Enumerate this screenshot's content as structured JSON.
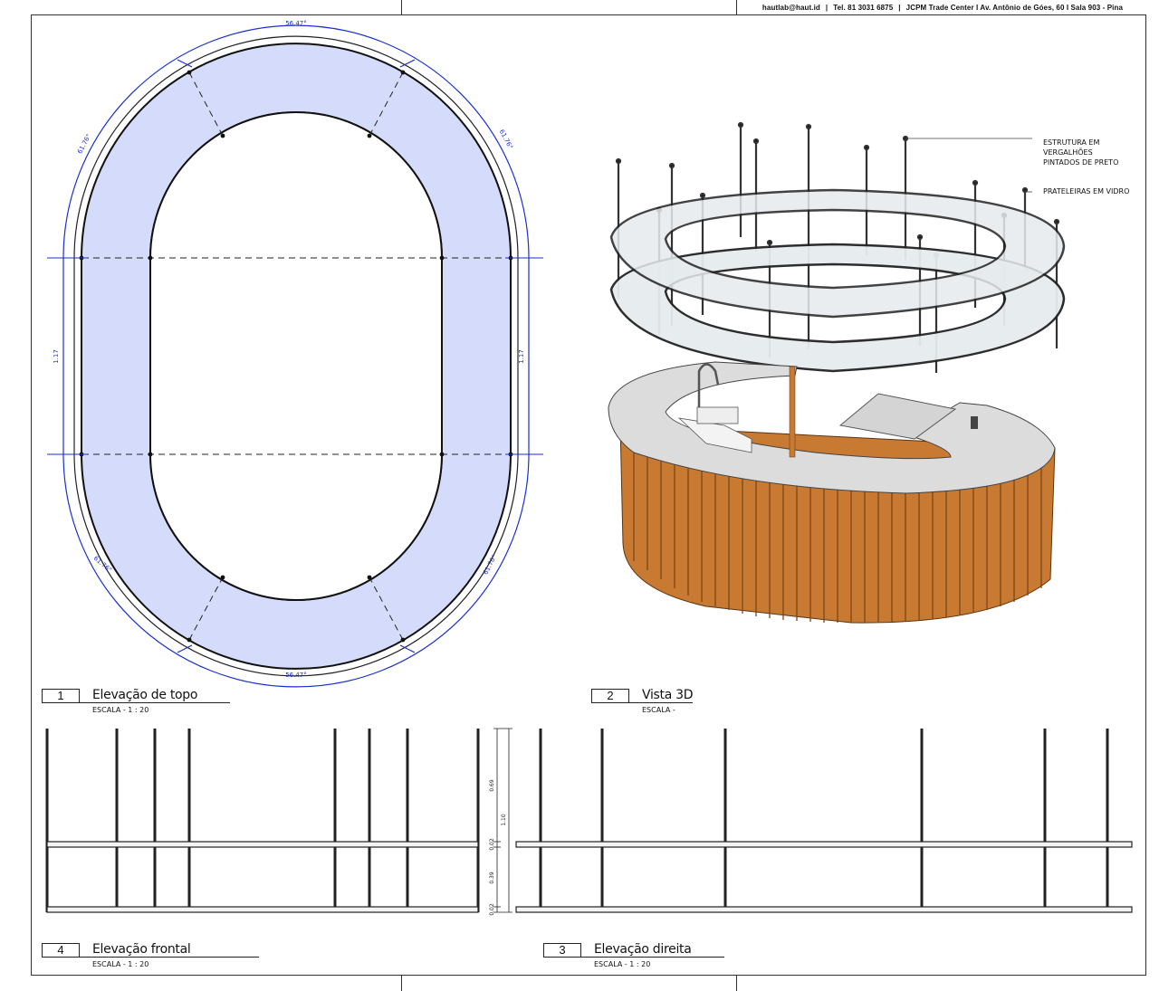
{
  "header": {
    "email": "hautlab@haut.id",
    "phone": "Tel. 81 3031 6875",
    "address": "JCPM Trade Center I Av. Antônio de Góes, 60 I Sala 903 - Pina"
  },
  "views": {
    "top": {
      "number": "1",
      "name": "Elevação de topo",
      "scale": "ESCALA  -  1 : 20"
    },
    "vista3d": {
      "number": "2",
      "name": "Vista 3D",
      "scale": "ESCALA  -"
    },
    "frontal": {
      "number": "4",
      "name": "Elevação frontal",
      "scale": "ESCALA  -  1 : 20"
    },
    "direita": {
      "number": "3",
      "name": "Elevação direita",
      "scale": "ESCALA  -  1 : 20"
    }
  },
  "plan_dims": {
    "arc_top": "56.47°",
    "arc_bottom": "56.47°",
    "arc_ul": "61.76°",
    "arc_ur": "61.76°",
    "arc_ll": "61.76°",
    "arc_lr": "61.76°",
    "left": "1.17",
    "right": "1.17"
  },
  "elev_dims": {
    "d1": "0.69",
    "d2": "0.02",
    "d3": "0.39",
    "d4": "0.02",
    "total": "1.10"
  },
  "callouts": {
    "estrutura": [
      "ESTRUTURA EM",
      "VERGALHÕES",
      "PINTADOS DE PRETO"
    ],
    "prateleiras": "PRATELEIRAS EM VIDRO"
  },
  "colors": {
    "shelf_fill": "#d5dcfb",
    "dimension_blue": "#1a2fd0",
    "wood": "#c87a32",
    "stone": "#dcdcdc"
  }
}
